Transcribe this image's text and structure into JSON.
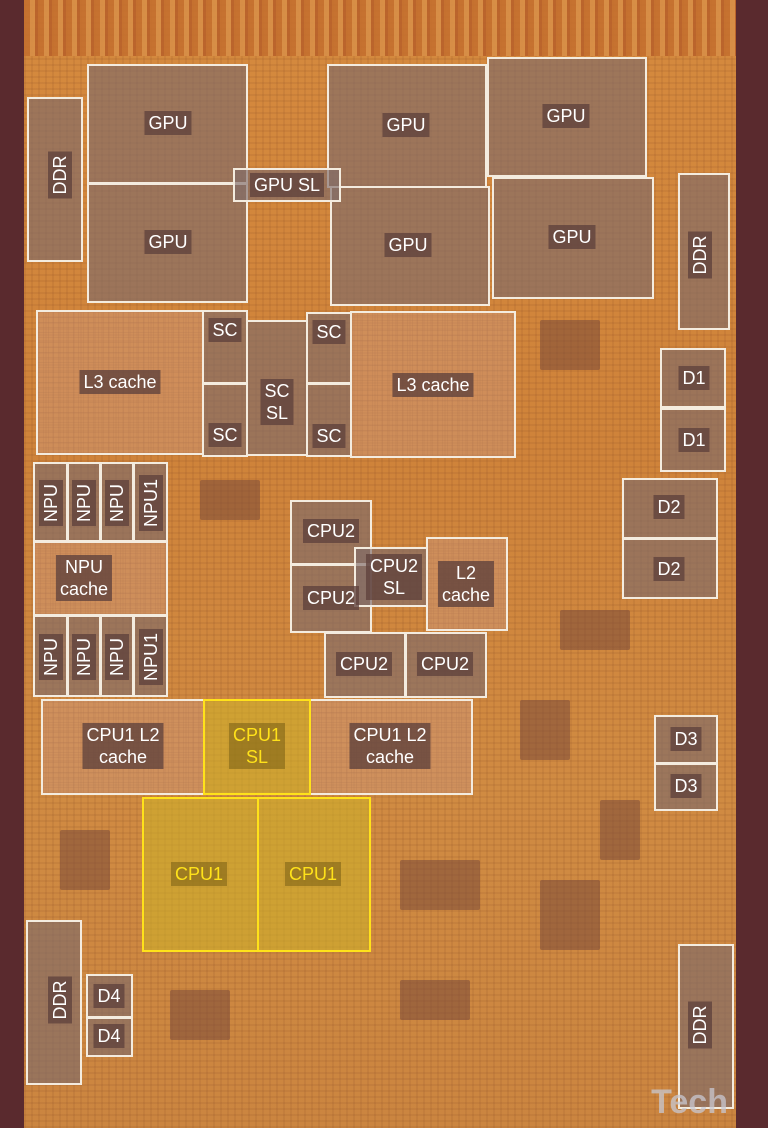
{
  "blocks": {
    "gpu": "GPU",
    "gpu_sl": "GPU SL",
    "sc": "SC",
    "sc_sl": "SC\nSL",
    "l3_cache": "L3 cache",
    "ddr": "DDR",
    "d1": "D1",
    "d2": "D2",
    "d3": "D3",
    "d4": "D4",
    "npu": "NPU",
    "npu1": "NPU1",
    "npu_cache": "NPU\ncache",
    "cpu2": "CPU2",
    "cpu2_sl": "CPU2\nSL",
    "l2_cache": "L2\ncache",
    "cpu1_l2_cache": "CPU1 L2\ncache",
    "cpu1_sl": "CPU1\nSL",
    "cpu1": "CPU1"
  },
  "highlight_color": "#ffe21a",
  "outline_color": "#f4ecdf",
  "watermark": "Tech"
}
